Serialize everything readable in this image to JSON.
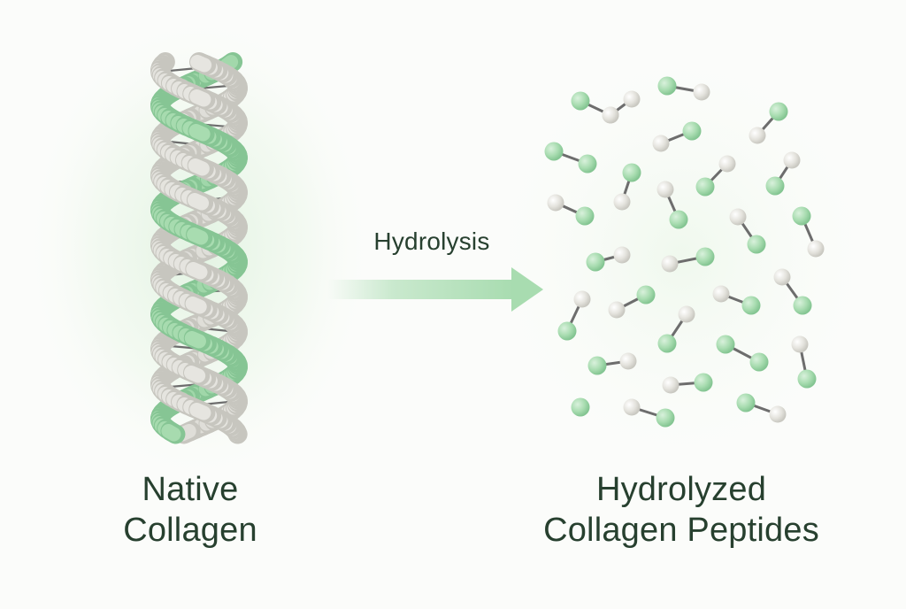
{
  "labels": {
    "native_line1": "Native",
    "native_line2": "Collagen",
    "process": "Hydrolysis",
    "result_line1": "Hydrolyzed",
    "result_line2": "Collagen Peptides"
  },
  "colors": {
    "green": "#a8dcb0",
    "green_dark": "#7fc08c",
    "white_strand": "#e6e5e0",
    "text": "#27402f",
    "bond": "#6d6d6d",
    "arrow": "#a8dcb0"
  }
}
